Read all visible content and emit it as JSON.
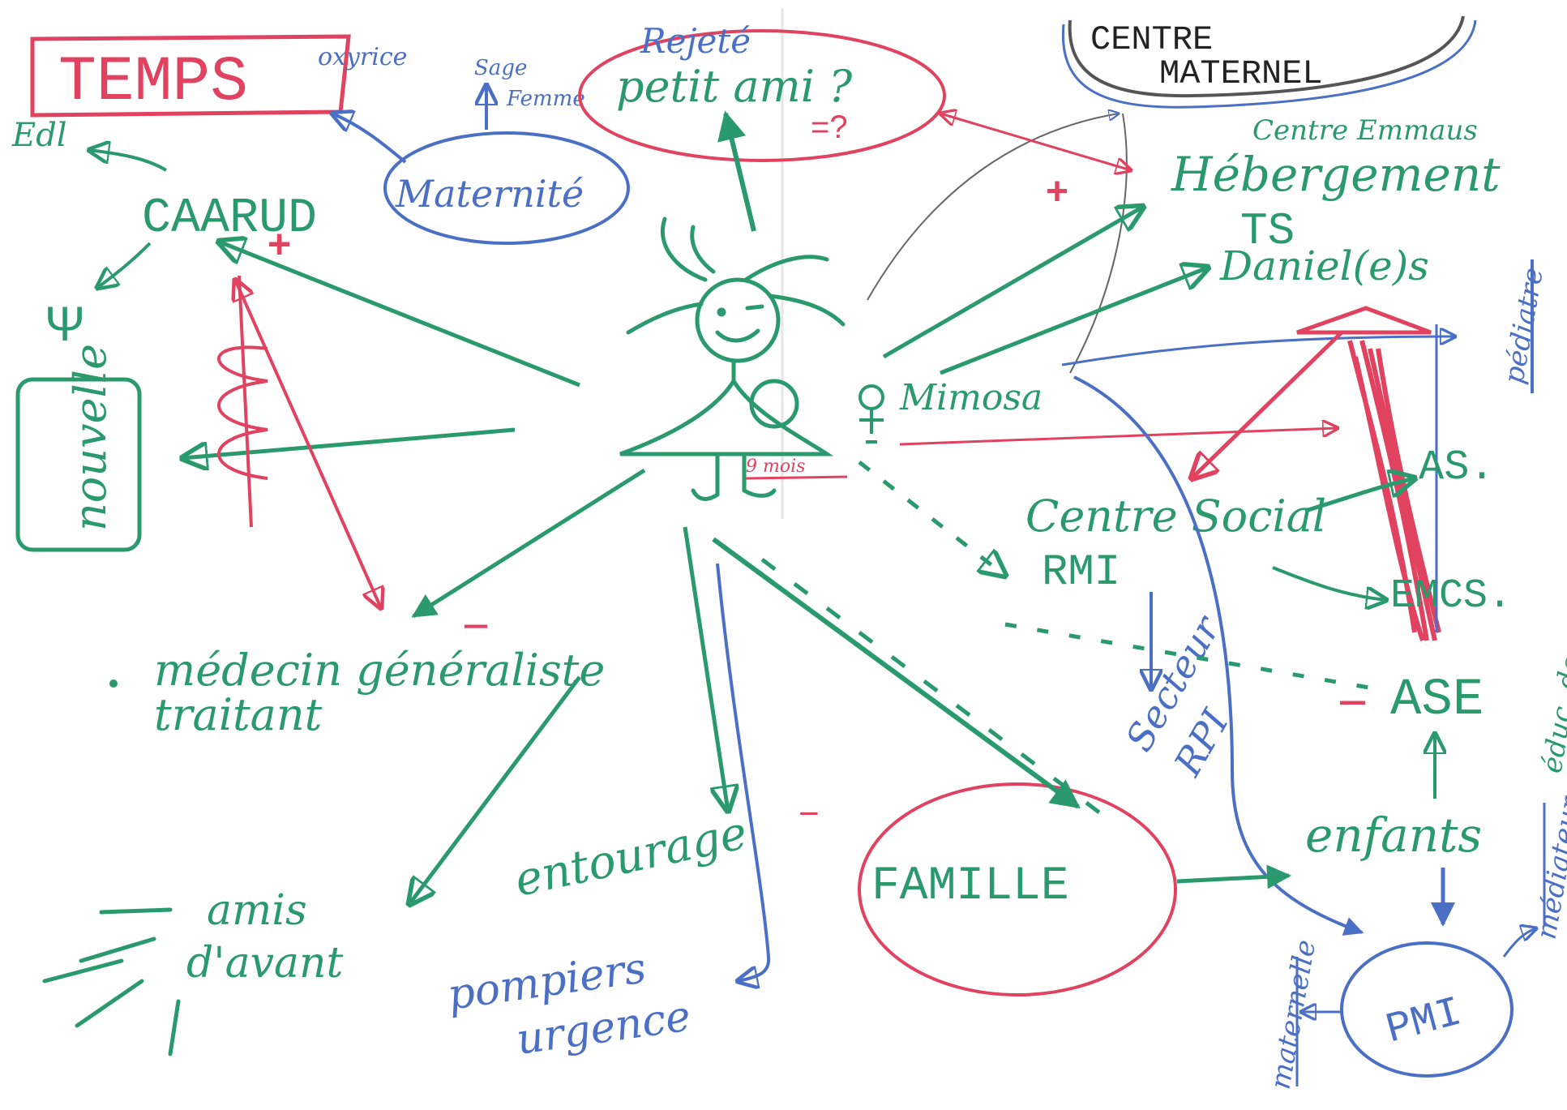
{
  "colors": {
    "green": "#2a9a6e",
    "red": "#e0425f",
    "blue": "#4a6fc4",
    "gray": "#666666",
    "dark": "#222222"
  },
  "labels": {
    "temps": "TEMPS",
    "oxyrice": "oxyrice",
    "edl": "Edl",
    "caarud": "CAARUD",
    "sage_femme_1": "Sage",
    "sage_femme_2": "Femme",
    "maternite": "Maternité",
    "rejection": "Rejeté",
    "petit_ami": "petit ami ?",
    "equalish": "=?",
    "centre_maternel_1": "CENTRE",
    "centre_maternel_2": "MATERNEL",
    "centre_emmaus": "Centre Emmaus",
    "hebergement": "Hébergement",
    "ts": "TS",
    "daniel": "Daniel(e)s",
    "mimosa": "Mimosa",
    "pediatre": "pédiatre",
    "neuvaine": "nouvelle",
    "nine_months": "9 mois",
    "centre_social": "Centre Social",
    "rmi": "RMI",
    "as": "AS.",
    "emcs": "EMCS.",
    "medecin_1": "médecin généraliste",
    "medecin_2": "traitant",
    "secteur_1": "Secteur",
    "secteur_2": "RPI",
    "ase": "ASE",
    "educ": "éduc. de",
    "enfants": "enfants",
    "mediateur": "médiateur",
    "famille": "FAMILLE",
    "pmi": "PMI",
    "maternite_right": "maternelle",
    "entourage": "entourage",
    "amis_1": "amis",
    "amis_2": "d'avant",
    "pompiers_1": "pompiers",
    "pompiers_2": "urgence",
    "plus": "+",
    "minus": "−"
  }
}
